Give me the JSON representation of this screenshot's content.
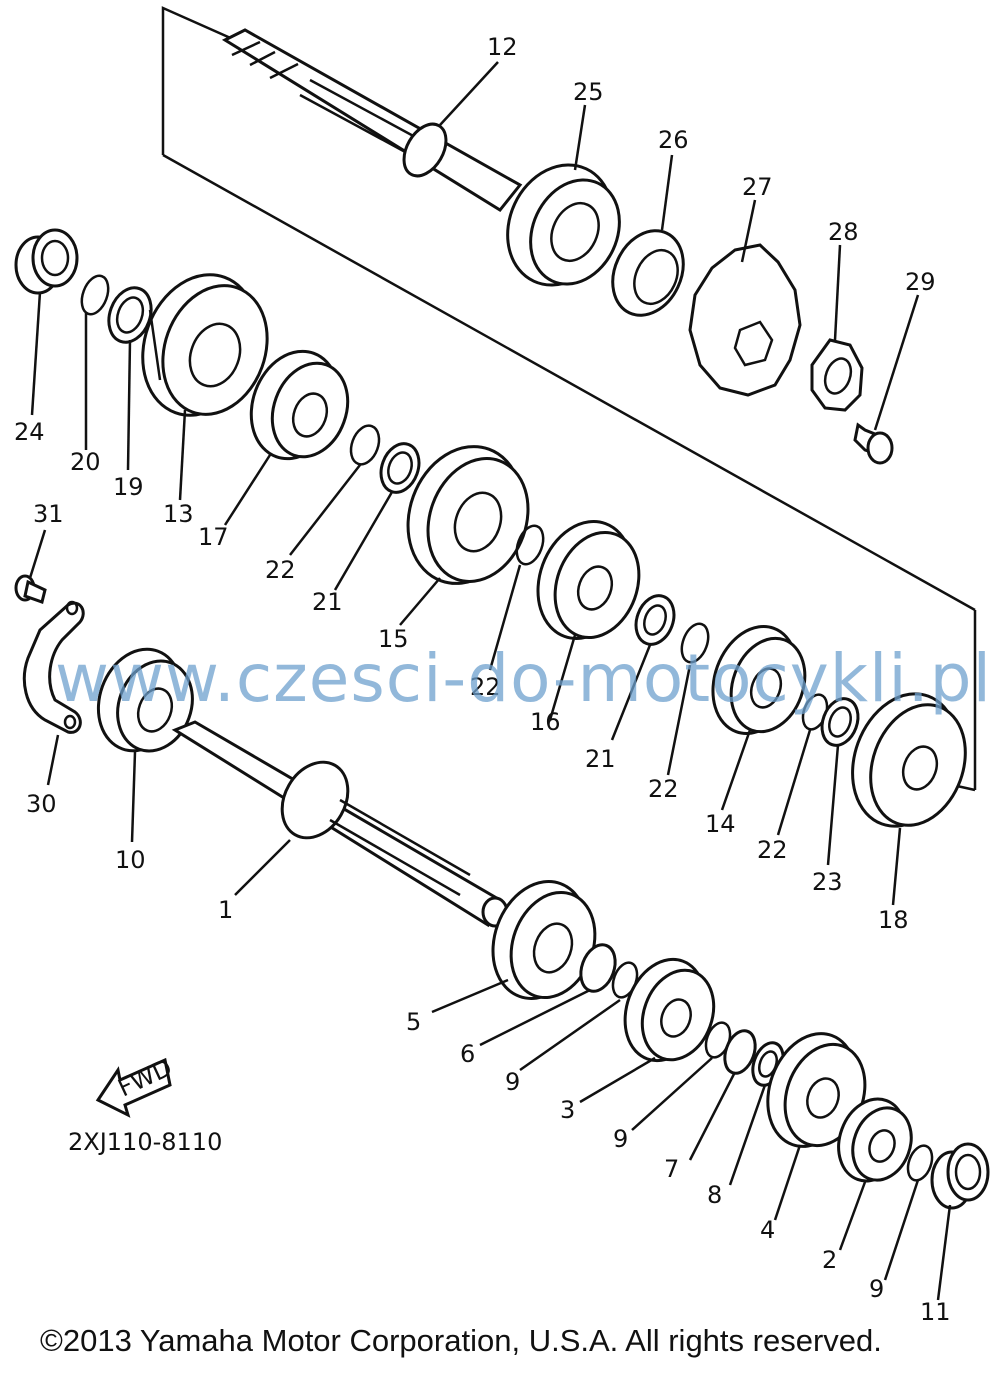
{
  "callouts": {
    "c1": "1",
    "c2": "2",
    "c3": "3",
    "c4": "4",
    "c5": "5",
    "c6": "6",
    "c7": "7",
    "c8": "8",
    "c9a": "9",
    "c9b": "9",
    "c9c": "9",
    "c10": "10",
    "c11": "11",
    "c12": "12",
    "c13": "13",
    "c14": "14",
    "c15": "15",
    "c16": "16",
    "c17": "17",
    "c18": "18",
    "c19": "19",
    "c20": "20",
    "c21a": "21",
    "c21b": "21",
    "c22a": "22",
    "c22b": "22",
    "c22c": "22",
    "c22d": "22",
    "c23": "23",
    "c24": "24",
    "c25": "25",
    "c26": "26",
    "c27": "27",
    "c28": "28",
    "c29": "29",
    "c30": "30",
    "c31": "31"
  },
  "fwd_label": "FWD",
  "diagram_code": "2XJ110-8110",
  "watermark": "www.czesci-do-motocykli.pl",
  "copyright": "©2013 Yamaha Motor Corporation, U.S.A. All rights reserved.",
  "colors": {
    "line": "#111111",
    "watermark": "#6ea0cd",
    "background": "#ffffff"
  }
}
